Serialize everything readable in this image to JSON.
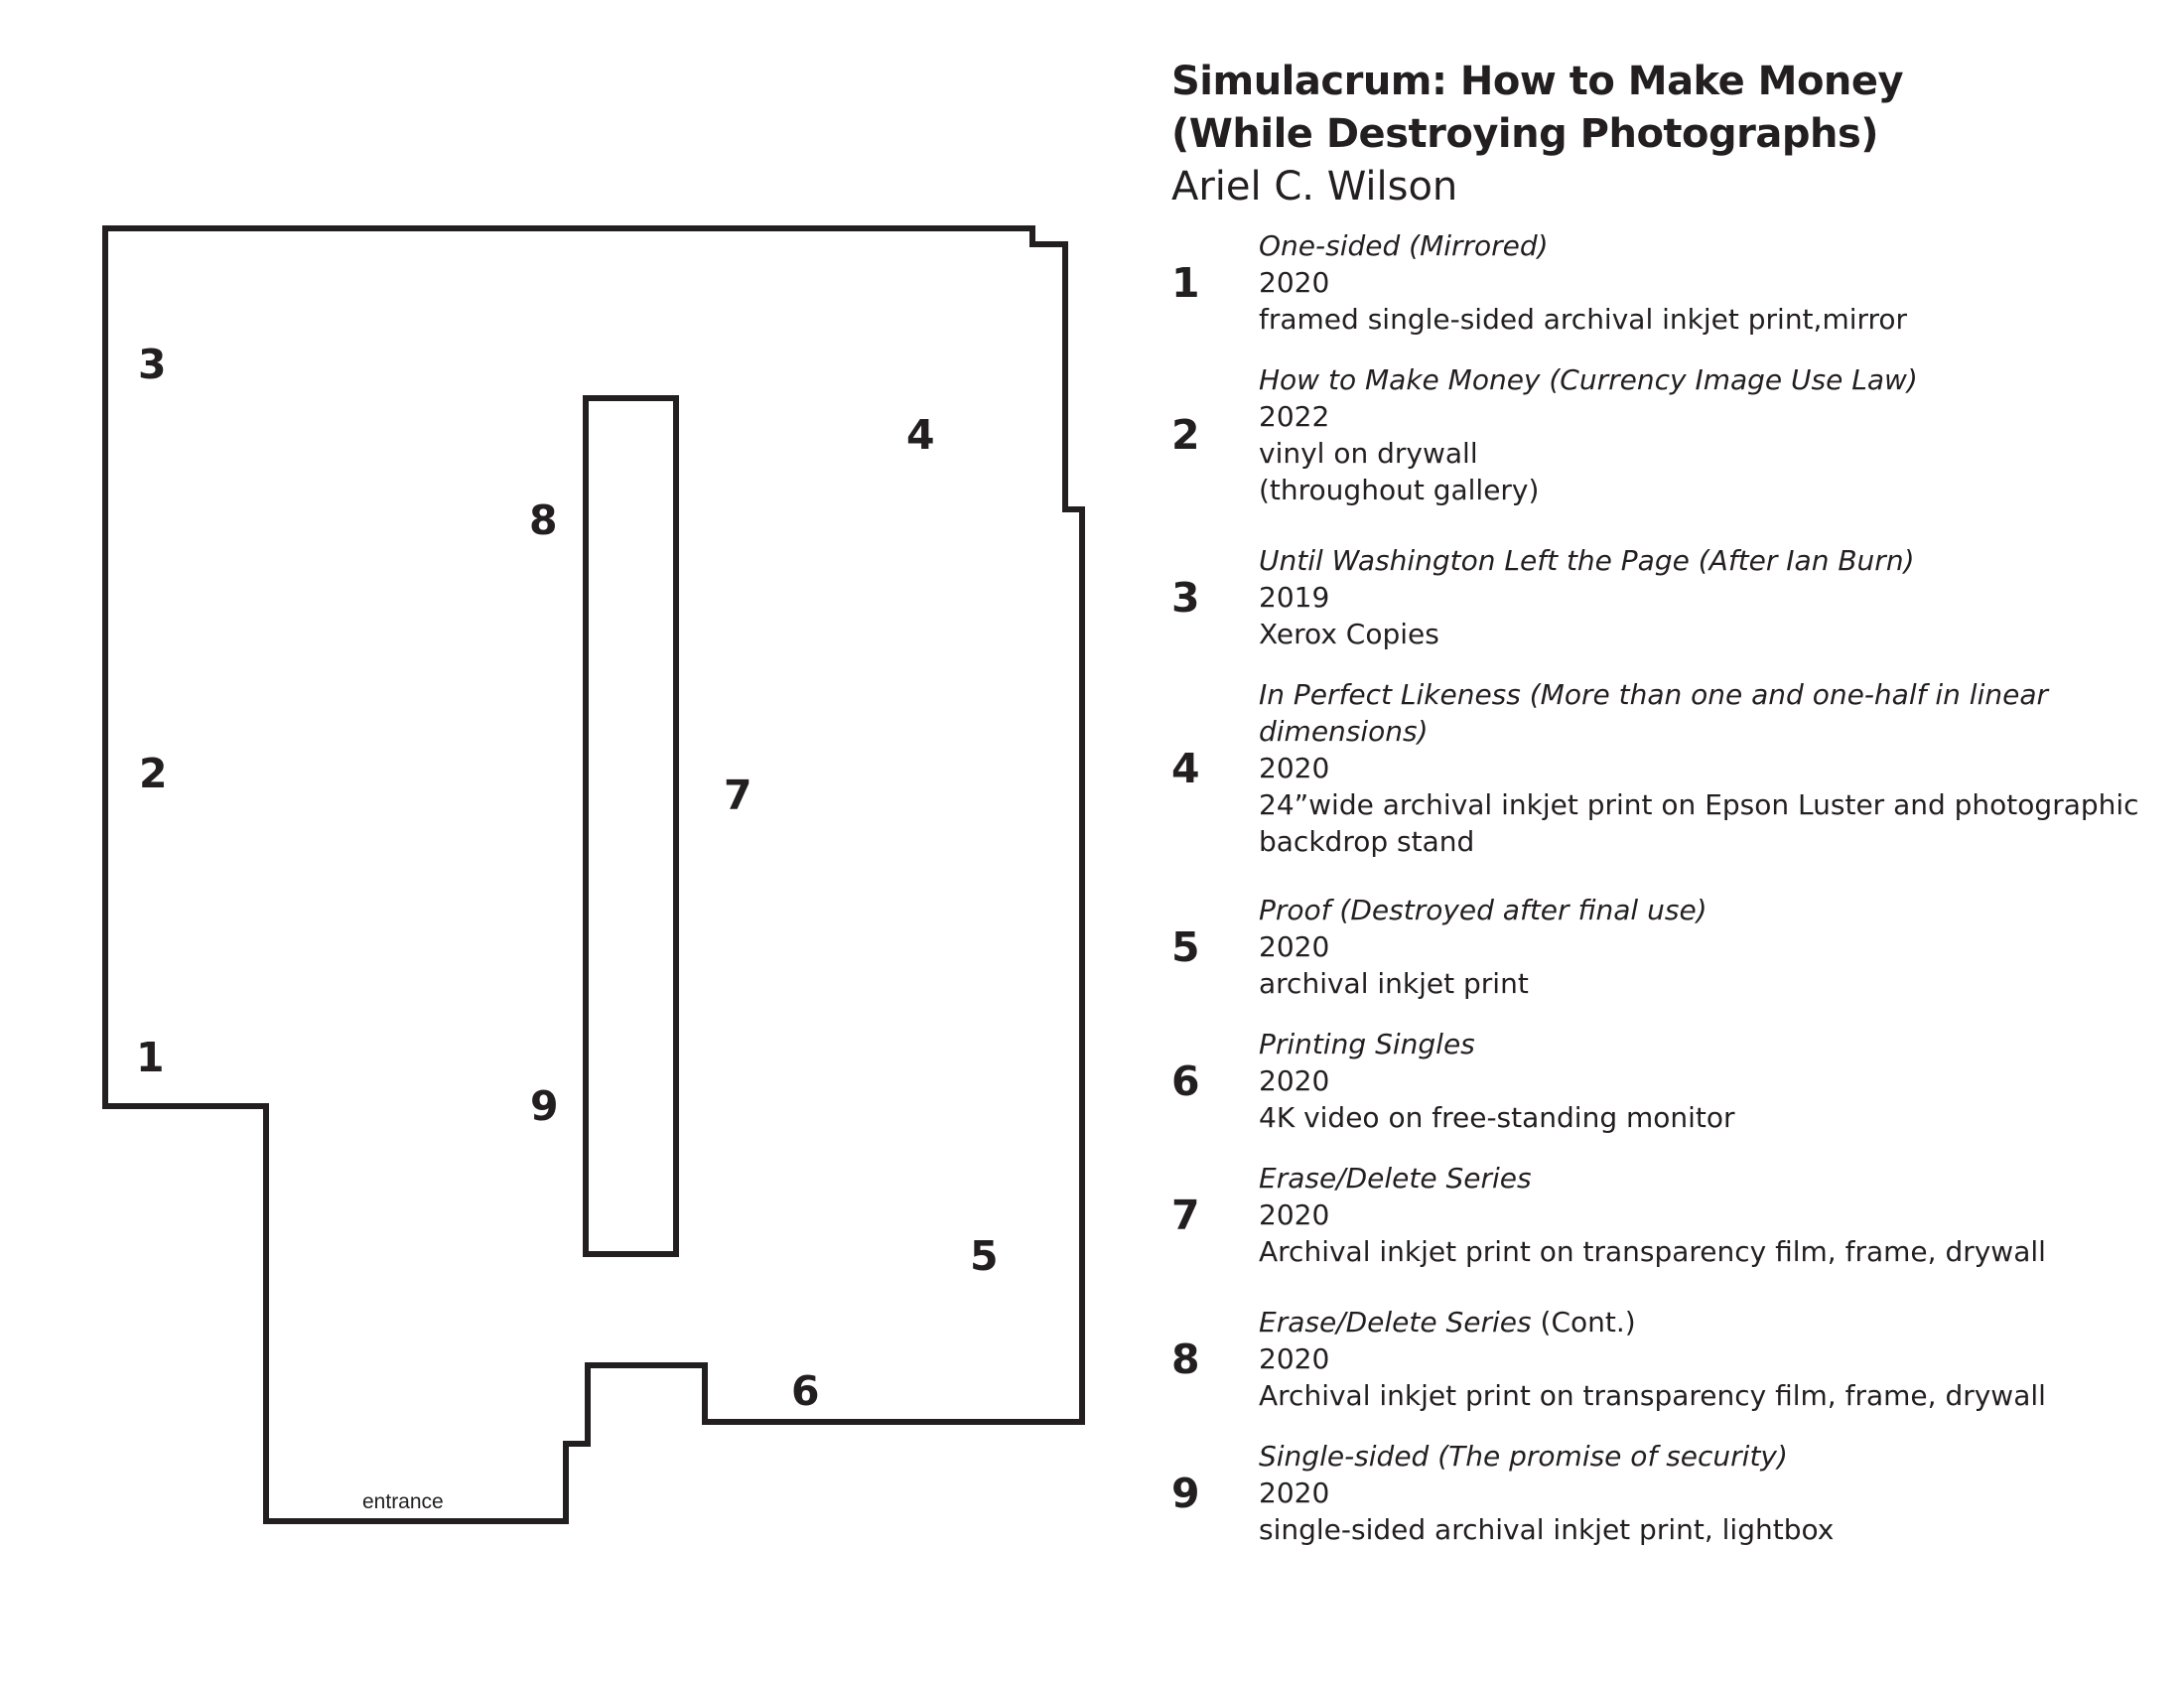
{
  "exhibition": {
    "title_line1": "Simulacrum: How to Make Money",
    "title_line2": "(While Destroying Photographs)",
    "artist": "Ariel C. Wilson"
  },
  "floorplan": {
    "entrance_label": "entrance",
    "markers": [
      "1",
      "2",
      "3",
      "4",
      "5",
      "6",
      "7",
      "8",
      "9"
    ]
  },
  "artworks": [
    {
      "number": "1",
      "title": "One-sided (Mirrored)",
      "title_suffix": "",
      "year": "2020",
      "medium": [
        "framed single-sided archival inkjet print,mirror"
      ]
    },
    {
      "number": "2",
      "title": "How to Make Money (Currency Image Use Law)",
      "title_suffix": "",
      "year": "2022",
      "medium": [
        "vinyl on drywall",
        "(throughout gallery)"
      ]
    },
    {
      "number": "3",
      "title": "Until Washington Left the Page (After Ian Burn)",
      "title_suffix": "",
      "year": "2019",
      "medium": [
        "Xerox Copies"
      ]
    },
    {
      "number": "4",
      "title": "In Perfect Likeness (More than one and one-half in linear dimensions)",
      "title_suffix": "",
      "year": "2020",
      "medium": [
        "24”wide archival inkjet print on Epson Luster and photographic backdrop stand"
      ]
    },
    {
      "number": "5",
      "title": "Proof (Destroyed after final use)",
      "title_suffix": "",
      "year": "2020",
      "medium": [
        "archival inkjet print"
      ]
    },
    {
      "number": "6",
      "title": "Printing Singles",
      "title_suffix": "",
      "year": "2020",
      "medium": [
        "4K video on free-standing monitor"
      ]
    },
    {
      "number": "7",
      "title": "Erase/Delete Series",
      "title_suffix": "",
      "year": "2020",
      "medium": [
        "Archival inkjet print on transparency film, frame, drywall"
      ]
    },
    {
      "number": "8",
      "title": "Erase/Delete Series",
      "title_suffix": " (Cont.)",
      "year": "2020",
      "medium": [
        "Archival inkjet print on transparency film, frame, drywall"
      ]
    },
    {
      "number": "9",
      "title": "Single-sided (The promise of security)",
      "title_suffix": "",
      "year": "2020",
      "medium": [
        "single-sided archival inkjet print, lightbox"
      ]
    }
  ]
}
